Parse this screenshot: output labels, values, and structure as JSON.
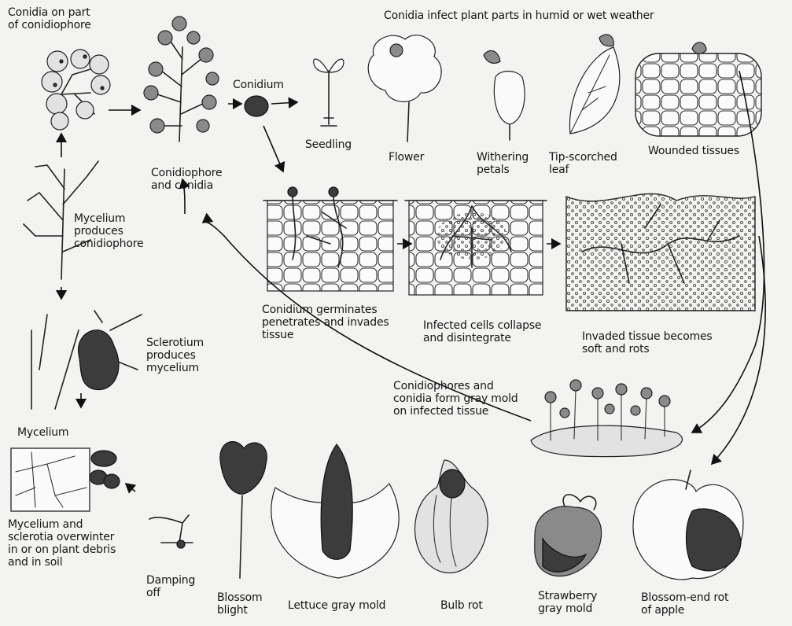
{
  "labels": {
    "conidia_on_conidiophore": "Conidia on part\nof conidiophore",
    "conidia_infect": "Conidia infect plant parts in humid or wet weather",
    "conidium": "Conidium",
    "seedling": "Seedling",
    "flower": "Flower",
    "withering_petals": "Withering\npetals",
    "tip_scorched_leaf": "Tip-scorched\nleaf",
    "wounded_tissues": "Wounded tissues",
    "conidiophore_and_conidia": "Conidiophore\nand conidia",
    "mycelium_produces_conidiophore": "Mycelium\nproduces\nconidiophore",
    "conidium_germinates": "Conidium germinates\npenetrates and invades\ntissue",
    "infected_cells_collapse": "Infected cells collapse\nand disintegrate",
    "invaded_tissue_soft": "Invaded tissue becomes\nsoft and rots",
    "sclerotium_produces_mycelium": "Sclerotium\nproduces\nmycelium",
    "conidiophores_gray_mold": "Conidiophores and\nconidia form gray mold\non infected tissue",
    "mycelium": "Mycelium",
    "mycelium_overwinter": "Mycelium and\nsclerotia overwinter\nin or on plant debris\nand in soil",
    "damping_off": "Damping\noff",
    "blossom_blight": "Blossom\nblight",
    "lettuce_gray_mold": "Lettuce gray mold",
    "bulb_rot": "Bulb rot",
    "strawberry_gray_mold": "Strawberry\ngray mold",
    "blossom_end_rot": "Blossom-end rot\nof apple"
  },
  "icons": [
    "conidia-cluster-icon",
    "conidiophore-tree-icon",
    "conidium-spore-icon",
    "seedling-icon",
    "flower-icon",
    "withering-petals-icon",
    "tip-scorched-leaf-icon",
    "wounded-tissue-icon",
    "germinating-tissue-icon",
    "collapsed-cells-icon",
    "rotting-tissue-icon",
    "branching-mycelium-icon",
    "sclerotium-icon",
    "gray-mold-icon",
    "mycelium-network-icon",
    "sclerotia-icon",
    "damping-off-icon",
    "blossom-blight-icon",
    "lettuce-icon",
    "bulb-icon",
    "strawberry-icon",
    "apple-icon"
  ]
}
